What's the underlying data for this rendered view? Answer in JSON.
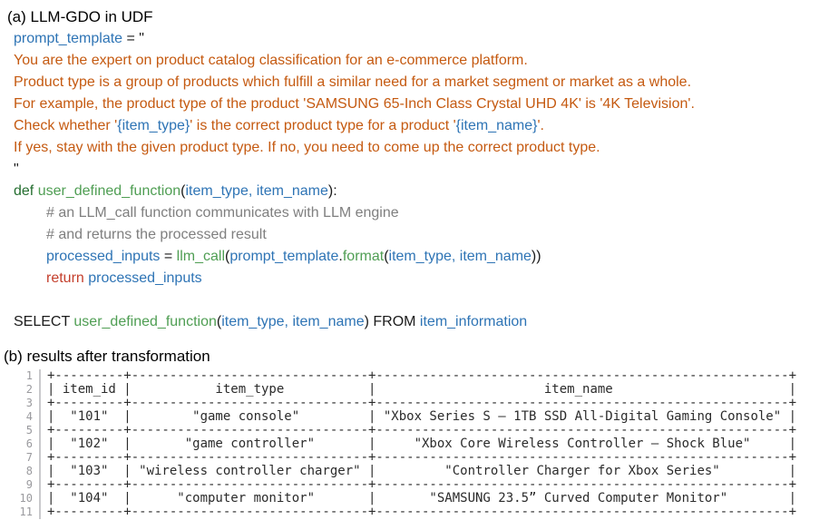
{
  "section_a": {
    "label": "(a) LLM-GDO in UDF"
  },
  "section_b": {
    "label": "(b) results after transformation"
  },
  "colors": {
    "identifier_blue": "#2e74b5",
    "prompt_orange": "#c55a11",
    "function_green": "#4f9e53",
    "keyword_dark_green": "#256e30",
    "keyword_red": "#c43f2c",
    "comment_gray": "#7f7f7f",
    "plain_black": "#1b1b1b",
    "gutter_gray": "#9a9a9e"
  },
  "code": {
    "lines": [
      {
        "indent": 0,
        "segs": [
          [
            "b",
            "prompt_template"
          ],
          [
            "k",
            " = \""
          ]
        ]
      },
      {
        "indent": 0,
        "segs": [
          [
            "o",
            "You are the expert on product catalog classification for an e-commerce platform."
          ]
        ]
      },
      {
        "indent": 0,
        "segs": [
          [
            "o",
            "Product type is a group of products which fulfill a similar need for a market segment or market as a whole."
          ]
        ]
      },
      {
        "indent": 0,
        "segs": [
          [
            "o",
            "For example, the product type of the product 'SAMSUNG 65-Inch Class Crystal UHD 4K' is '4K Television'."
          ]
        ]
      },
      {
        "indent": 0,
        "segs": [
          [
            "o",
            "Check whether '"
          ],
          [
            "b",
            "{item_type}"
          ],
          [
            "o",
            "' is the correct product type for a product '"
          ],
          [
            "b",
            "{item_name}"
          ],
          [
            "o",
            "'."
          ]
        ]
      },
      {
        "indent": 0,
        "segs": [
          [
            "o",
            "If yes, stay with the given product type. If no, you need to come up the correct product type."
          ]
        ]
      },
      {
        "indent": 0,
        "segs": [
          [
            "k",
            "\""
          ]
        ]
      },
      {
        "indent": 0,
        "segs": [
          [
            "d",
            "def "
          ],
          [
            "g",
            "user_defined_function"
          ],
          [
            "k",
            "("
          ],
          [
            "b",
            "item_type, item_name"
          ],
          [
            "k",
            "):"
          ]
        ]
      },
      {
        "indent": 1,
        "segs": [
          [
            "c",
            "# an LLM_call function communicates with LLM engine"
          ]
        ]
      },
      {
        "indent": 1,
        "segs": [
          [
            "c",
            "# and returns the processed result"
          ]
        ]
      },
      {
        "indent": 1,
        "segs": [
          [
            "b",
            "processed_inputs"
          ],
          [
            "k",
            " = "
          ],
          [
            "g",
            "llm_call"
          ],
          [
            "k",
            "("
          ],
          [
            "b",
            "prompt_template"
          ],
          [
            "k",
            "."
          ],
          [
            "g",
            "format"
          ],
          [
            "k",
            "("
          ],
          [
            "b",
            "item_type, item_name"
          ],
          [
            "k",
            "))"
          ]
        ]
      },
      {
        "indent": 1,
        "segs": [
          [
            "r",
            "return "
          ],
          [
            "b",
            "processed_inputs"
          ]
        ]
      },
      {
        "blank": true
      },
      {
        "indent": 0,
        "segs": [
          [
            "k",
            "SELECT "
          ],
          [
            "g",
            "user_defined_function"
          ],
          [
            "k",
            "("
          ],
          [
            "b",
            "item_type, item_name"
          ],
          [
            "k",
            ") FROM "
          ],
          [
            "b",
            "item_information"
          ]
        ]
      }
    ]
  },
  "table": {
    "line_numbers": [
      "1",
      "2",
      "3",
      "4",
      "5",
      "6",
      "7",
      "8",
      "9",
      "10",
      "11"
    ],
    "headers": [
      "item_id",
      "item_type",
      "item_name"
    ],
    "rows": [
      [
        "\"101\"",
        "\"game console\"",
        "\"Xbox Series S – 1TB SSD All-Digital Gaming Console\""
      ],
      [
        "\"102\"",
        "\"game controller\"",
        "\"Xbox Core Wireless Controller – Shock Blue\""
      ],
      [
        "\"103\"",
        "\"wireless controller charger\"",
        "\"Controller Charger for Xbox Series\""
      ],
      [
        "\"104\"",
        "\"computer monitor\"",
        "\"SAMSUNG 23.5” Curved Computer Monitor\""
      ]
    ]
  }
}
